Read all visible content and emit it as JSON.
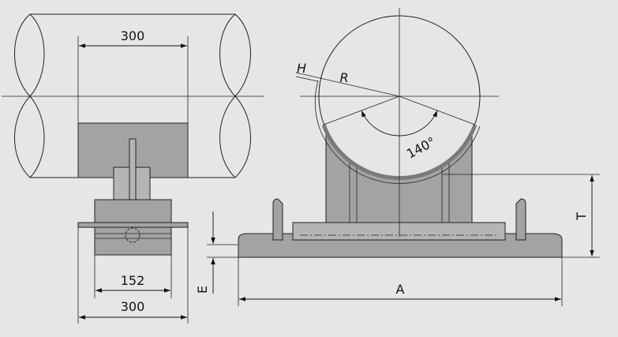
{
  "drawing": {
    "background": "#e6e6e6",
    "part_fill": "#a3a3a3",
    "pipe_fill": "#e6e6e6",
    "liner_color": "#7a7a7a"
  },
  "labels": {
    "dim_top_width": "300",
    "dim_base_inner": "152",
    "dim_base_outer": "300",
    "dim_e": "E",
    "dim_a": "A",
    "dim_t": "T",
    "radius": "R",
    "thickness": "H",
    "angle": "140°"
  }
}
